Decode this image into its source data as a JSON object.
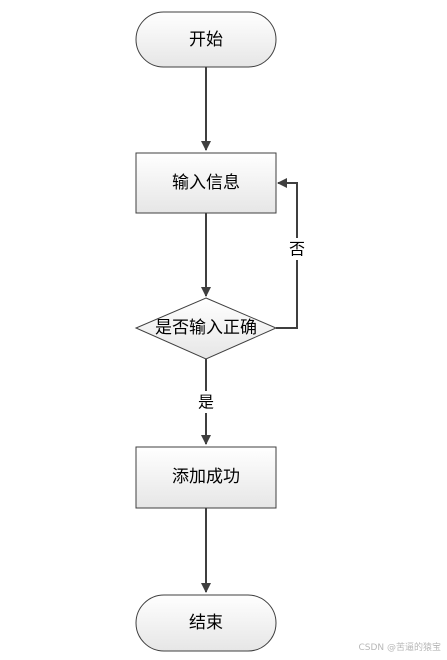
{
  "flowchart": {
    "nodes": [
      {
        "id": "start",
        "shape": "terminator",
        "label": "开始"
      },
      {
        "id": "input",
        "shape": "process",
        "label": "输入信息"
      },
      {
        "id": "check",
        "shape": "decision",
        "label": "是否输入正确"
      },
      {
        "id": "success",
        "shape": "process",
        "label": "添加成功"
      },
      {
        "id": "end",
        "shape": "terminator",
        "label": "结束"
      }
    ],
    "edges": [
      {
        "from": "start",
        "to": "input",
        "label": ""
      },
      {
        "from": "input",
        "to": "check",
        "label": ""
      },
      {
        "from": "check",
        "to": "input",
        "label": "否"
      },
      {
        "from": "check",
        "to": "success",
        "label": "是"
      },
      {
        "from": "success",
        "to": "end",
        "label": ""
      }
    ]
  },
  "watermark": "CSDN @苦逼的猿宝",
  "colors": {
    "stroke": "#3f3f3f",
    "fill_top": "#ffffff",
    "fill_bottom": "#e6e6e6",
    "text": "#000000",
    "watermark": "#b8b8b8"
  }
}
